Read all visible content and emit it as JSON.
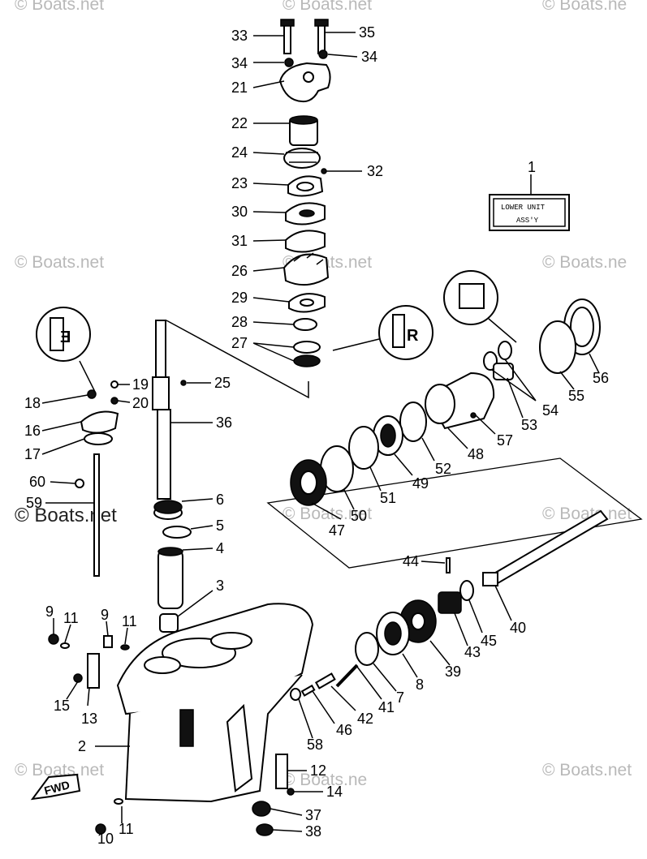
{
  "watermarks": [
    {
      "text": "© Boats.net"
    },
    {
      "text": "© Boats.net"
    },
    {
      "text": "© Boats.ne"
    },
    {
      "text": "© Boats.net"
    },
    {
      "text": "© Boats.net"
    },
    {
      "text": "© Boats.ne"
    },
    {
      "text": "© Boats.net"
    },
    {
      "text": "© Boats.net"
    },
    {
      "text": "© Boats.net"
    },
    {
      "text": "© Boats.net"
    },
    {
      "text": "© Boats.ne"
    },
    {
      "text": "© Boats.net"
    }
  ],
  "assembly_box": {
    "ref": "1",
    "line1": "LOWER UNIT",
    "line2": "ASS'Y"
  },
  "direction_arrow": "FWD",
  "callouts": [
    "33",
    "35",
    "34",
    "34",
    "21",
    "22",
    "24",
    "23",
    "32",
    "30",
    "31",
    "26",
    "29",
    "28",
    "27",
    "25",
    "19",
    "18",
    "20",
    "16",
    "17",
    "36",
    "60",
    "59",
    "6",
    "5",
    "4",
    "3",
    "9",
    "11",
    "9",
    "11",
    "15",
    "13",
    "2",
    "12",
    "14",
    "37",
    "38",
    "10",
    "11",
    "56",
    "55",
    "54",
    "53",
    "57",
    "48",
    "52",
    "49",
    "51",
    "50",
    "47",
    "44",
    "40",
    "45",
    "43",
    "39",
    "8",
    "7",
    "41",
    "42",
    "46",
    "58"
  ]
}
